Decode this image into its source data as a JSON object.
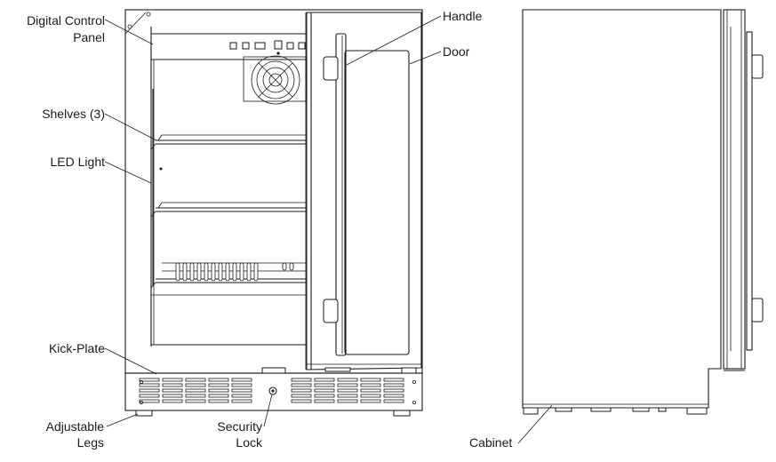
{
  "labels": {
    "digital_control_panel": [
      "Digital Control",
      "Panel"
    ],
    "shelves": "Shelves (3)",
    "led_light": "LED Light",
    "kick_plate": "Kick-Plate",
    "adjustable_legs": [
      "Adjustable",
      "Legs"
    ],
    "security_lock": [
      "Security",
      "Lock"
    ],
    "handle": "Handle",
    "door": "Door",
    "cabinet": "Cabinet"
  }
}
